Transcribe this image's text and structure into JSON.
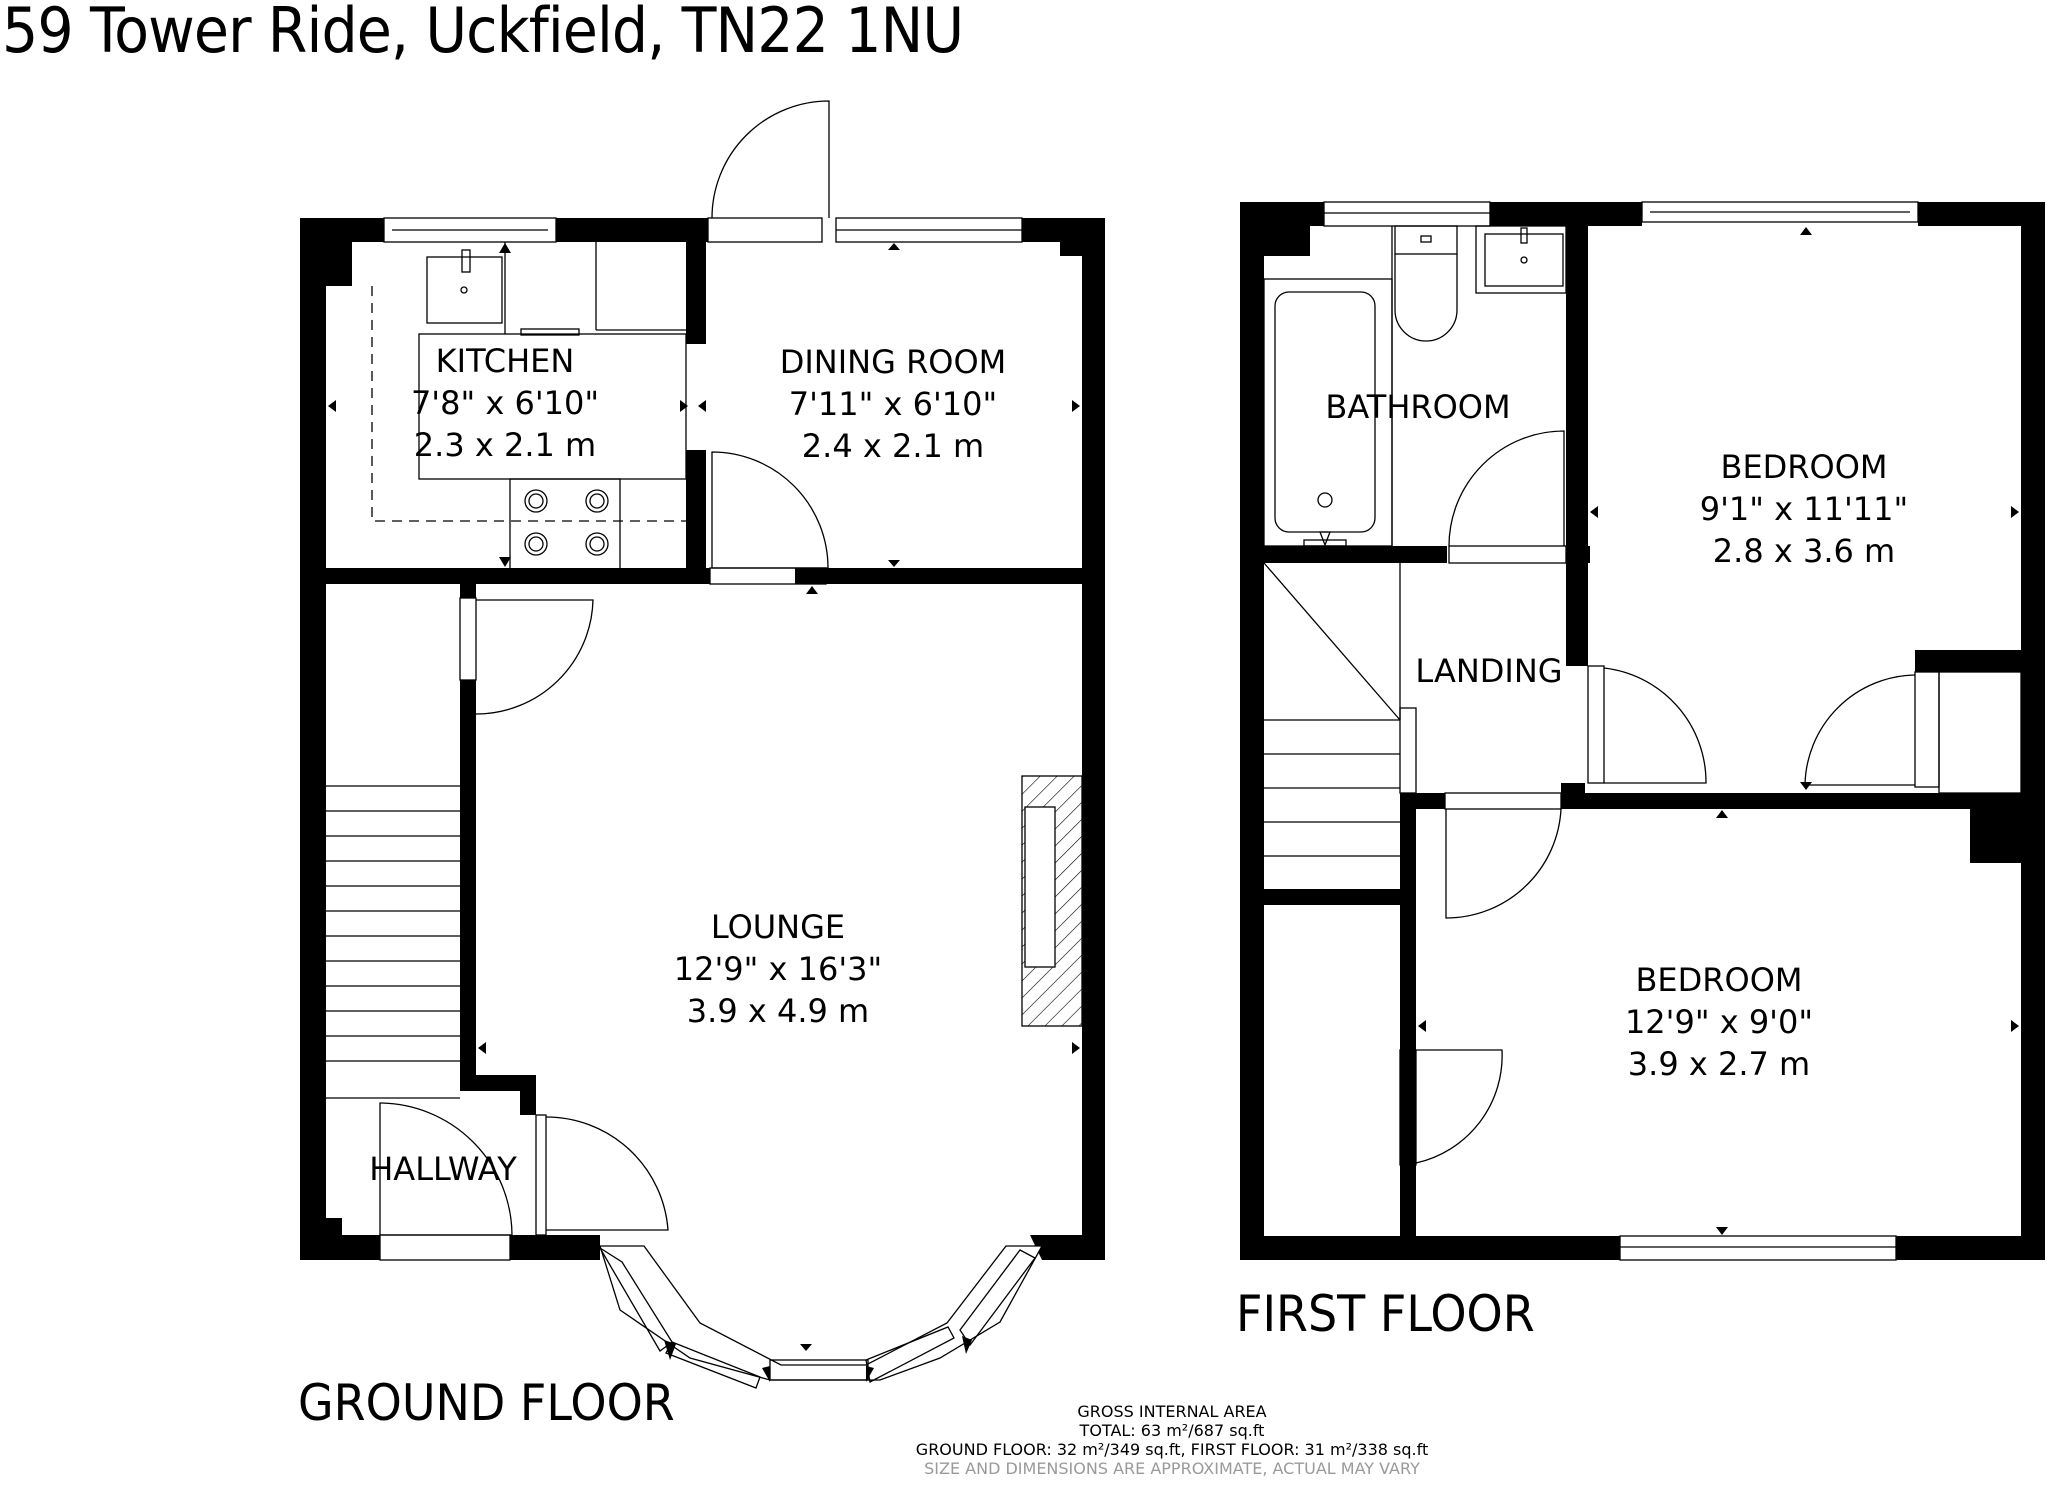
{
  "title": "59 Tower Ride, Uckfield, TN22 1NU",
  "floors": {
    "ground": {
      "label": "GROUND FLOOR",
      "rooms": [
        {
          "name": "KITCHEN",
          "imperial": "7'8\" x 6'10\"",
          "metric": "2.3 x 2.1 m"
        },
        {
          "name": "DINING ROOM",
          "imperial": "7'11\" x 6'10\"",
          "metric": "2.4 x 2.1 m"
        },
        {
          "name": "LOUNGE",
          "imperial": "12'9\" x 16'3\"",
          "metric": "3.9 x 4.9 m"
        },
        {
          "name": "HALLWAY"
        }
      ]
    },
    "first": {
      "label": "FIRST FLOOR",
      "rooms": [
        {
          "name": "BATHROOM"
        },
        {
          "name": "BEDROOM",
          "imperial": "9'1\" x 11'11\"",
          "metric": "2.8 x 3.6 m"
        },
        {
          "name": "LANDING"
        },
        {
          "name": "BEDROOM",
          "imperial": "12'9\" x 9'0\"",
          "metric": "3.9 x 2.7 m"
        }
      ]
    }
  },
  "area": {
    "heading": "GROSS INTERNAL AREA",
    "total": "TOTAL: 63 m²/687 sq.ft",
    "breakdown": "GROUND FLOOR: 32 m²/349 sq.ft, FIRST FLOOR: 31 m²/338 sq.ft",
    "disclaimer": "SIZE AND DIMENSIONS ARE APPROXIMATE, ACTUAL MAY VARY"
  },
  "colors": {
    "wall": "#000000",
    "background": "#ffffff",
    "disclaimer": "#9a9a9a"
  }
}
